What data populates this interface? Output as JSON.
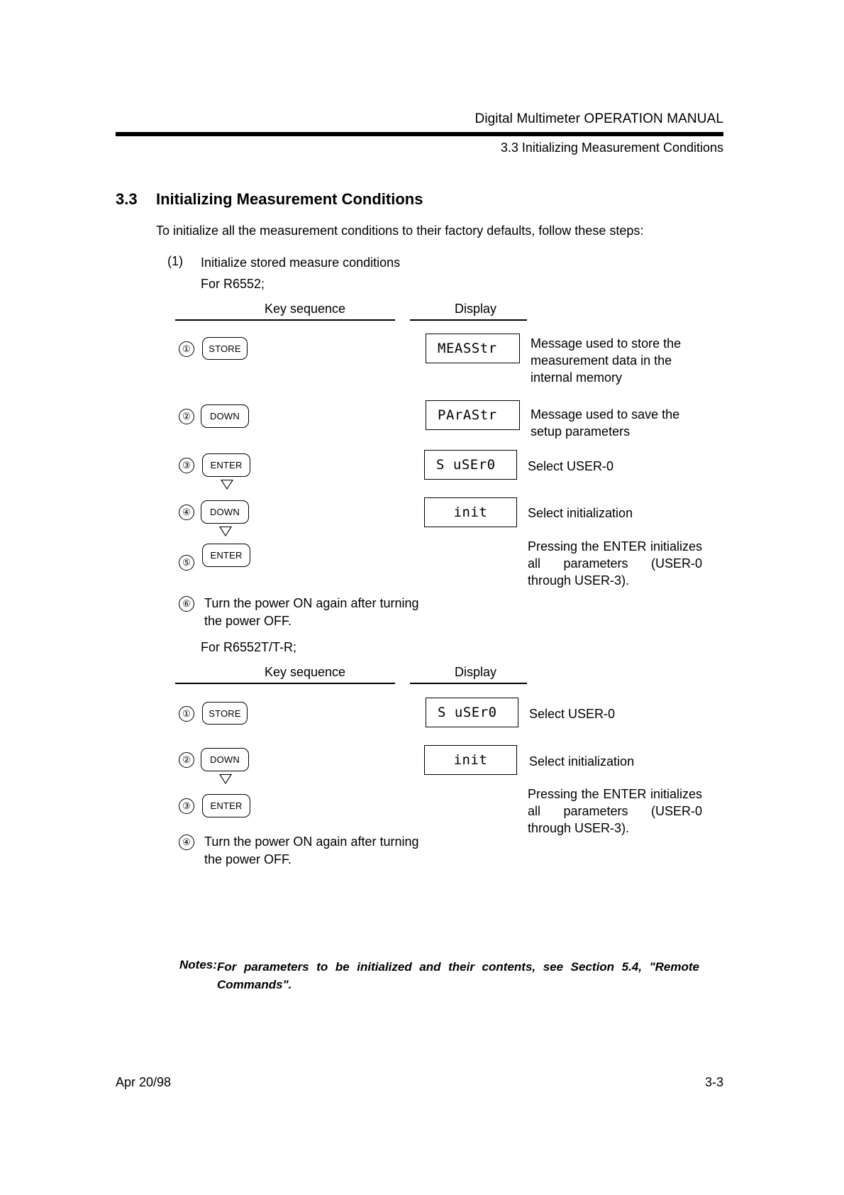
{
  "header": {
    "manual_title": "Digital Multimeter OPERATION MANUAL",
    "running_head": "3.3 Initializing Measurement Conditions"
  },
  "section": {
    "number": "3.3",
    "title": "Initializing Measurement Conditions",
    "intro": "To initialize all the measurement conditions to their factory defaults, follow these steps:"
  },
  "step1": {
    "number": "(1)",
    "title": "Initialize stored measure conditions"
  },
  "table1": {
    "model_label": "For R6552;",
    "col_key": "Key sequence",
    "col_display": "Display",
    "rows": [
      {
        "index": "①",
        "key": "STORE",
        "display": "MEASStr",
        "description": "Message used to store the\nmeasurement data in the\ninternal memory"
      },
      {
        "index": "②",
        "key": "DOWN",
        "display": "PArAStr",
        "description": "Message used to save the\nsetup parameters"
      },
      {
        "index": "③",
        "key": "ENTER",
        "display": "S uSEr0",
        "description": "Select USER-0"
      },
      {
        "index": "④",
        "key": "DOWN",
        "display": "init",
        "description": "Select initialization"
      },
      {
        "index": "⑤",
        "key": "ENTER",
        "display": "",
        "description": "Pressing the ENTER initializes all parameters (USER-0 through USER-3)."
      }
    ],
    "final_step": {
      "index": "⑥",
      "text": "Turn the power ON again after turning\nthe power OFF."
    }
  },
  "table2": {
    "model_label": "For R6552T/T-R;",
    "col_key": "Key sequence",
    "col_display": "Display",
    "rows": [
      {
        "index": "①",
        "key": "STORE",
        "display": "S uSEr0",
        "description": "Select USER-0"
      },
      {
        "index": "②",
        "key": "DOWN",
        "display": "init",
        "description": "Select initialization"
      },
      {
        "index": "③",
        "key": "ENTER",
        "display": "",
        "description": "Pressing the ENTER initializes all parameters (USER-0 through USER-3)."
      }
    ],
    "final_step": {
      "index": "④",
      "text": "Turn the power ON again after turning\nthe power OFF."
    }
  },
  "notes": {
    "label": "Notes:",
    "body": "For parameters to be initialized and their contents, see Section 5.4, \"Remote Commands\"."
  },
  "footer": {
    "date": "Apr 20/98",
    "page": "3-3"
  }
}
